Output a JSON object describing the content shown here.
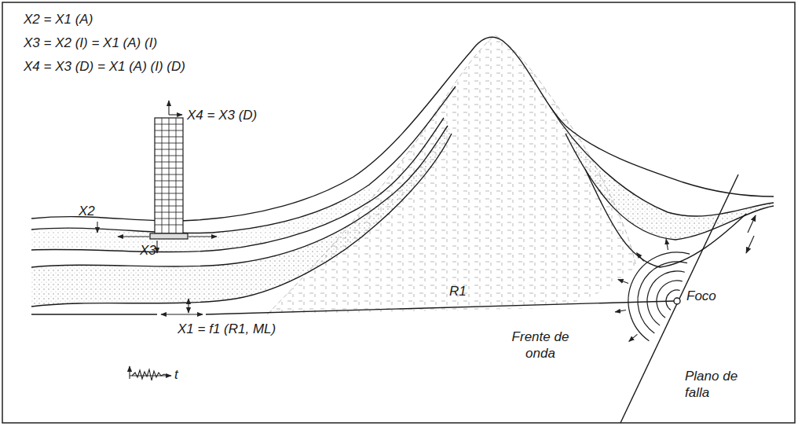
{
  "diagram": {
    "labels": [
      "X2 = X1 (A)",
      "X3 = X2 (I) = X1 (A) (I)",
      "X4 = X3 (D) = X1 (A) (I) (D)",
      "X4 = X3 (D)",
      "X2",
      "X3",
      "X1 = f1 (R1, ML)",
      "t",
      "R1",
      "Foco",
      "Frente de onda",
      "Plano de falla"
    ]
  }
}
